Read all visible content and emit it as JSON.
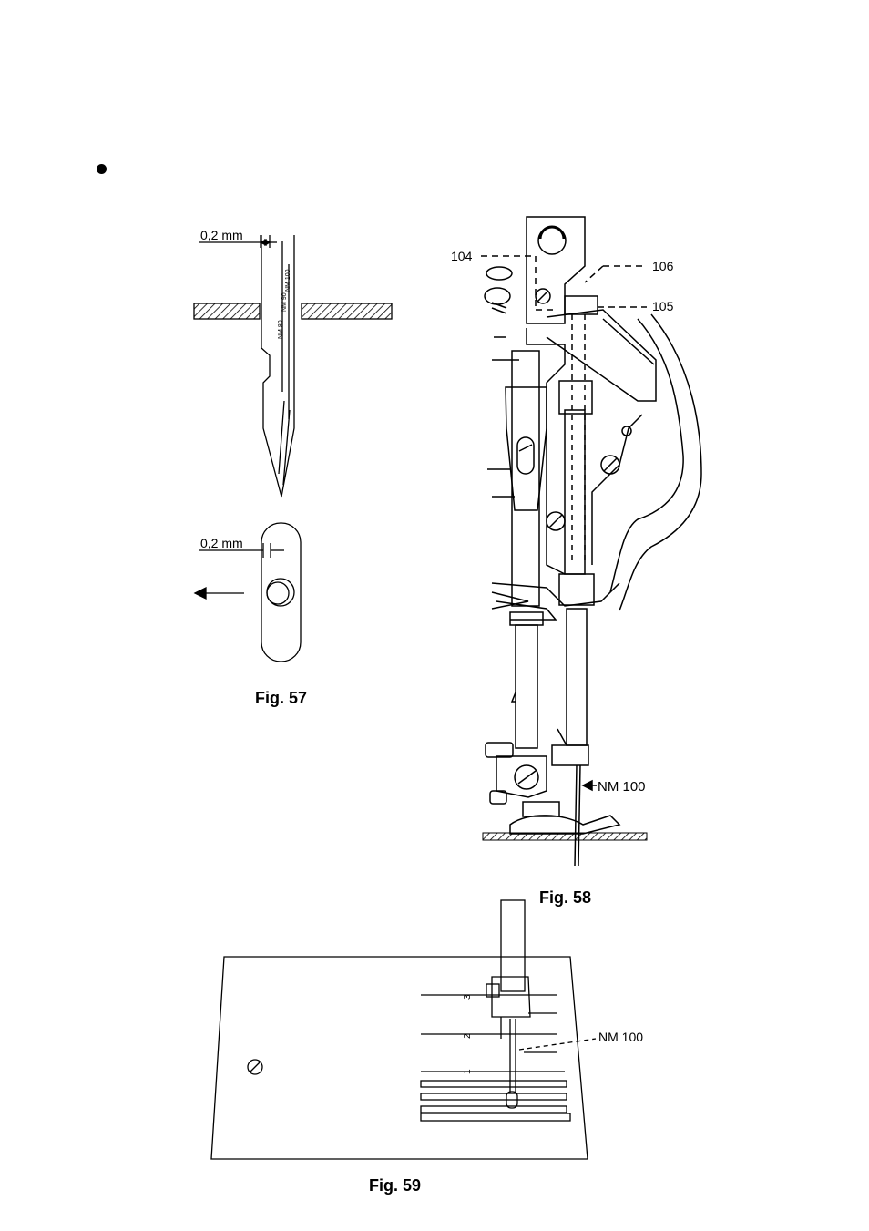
{
  "figures": {
    "fig57": {
      "caption": "Fig. 57",
      "dimension_top": "0,2 mm",
      "dimension_bottom": "0,2 mm",
      "needle_sizes": [
        "NM 100",
        "NM 90",
        "NM 80"
      ]
    },
    "fig58": {
      "caption": "Fig. 58",
      "callouts": [
        "104",
        "106",
        "105"
      ],
      "needle_label": "NM 100"
    },
    "fig59": {
      "caption": "Fig. 59",
      "needle_label": "NM 100",
      "scale_marks": [
        "3",
        "2",
        "1"
      ]
    }
  }
}
